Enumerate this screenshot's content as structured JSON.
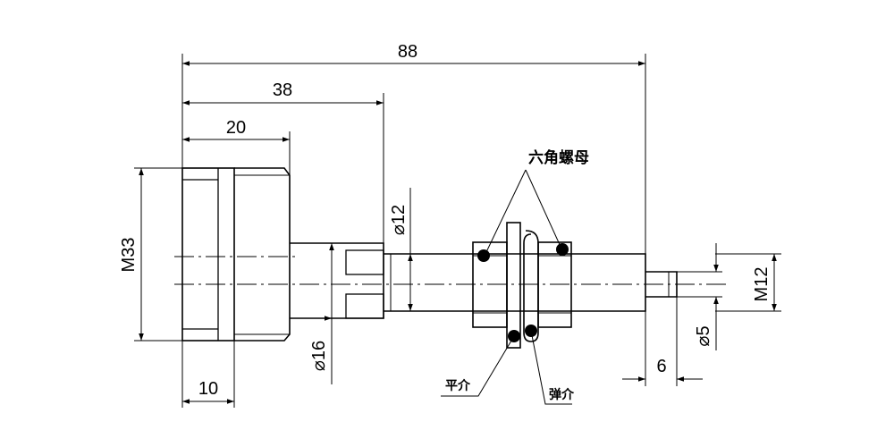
{
  "dimensions": {
    "overall_length": "88",
    "length_38": "38",
    "length_20": "20",
    "length_10": "10",
    "length_6": "6",
    "thread_m33": "M33",
    "thread_m12": "M12",
    "dia_12": "⌀12",
    "dia_16": "⌀16",
    "dia_5": "⌀5"
  },
  "callouts": {
    "hex_nut": "六角螺母",
    "flat_washer": "平介",
    "spring_washer": "弹介"
  }
}
